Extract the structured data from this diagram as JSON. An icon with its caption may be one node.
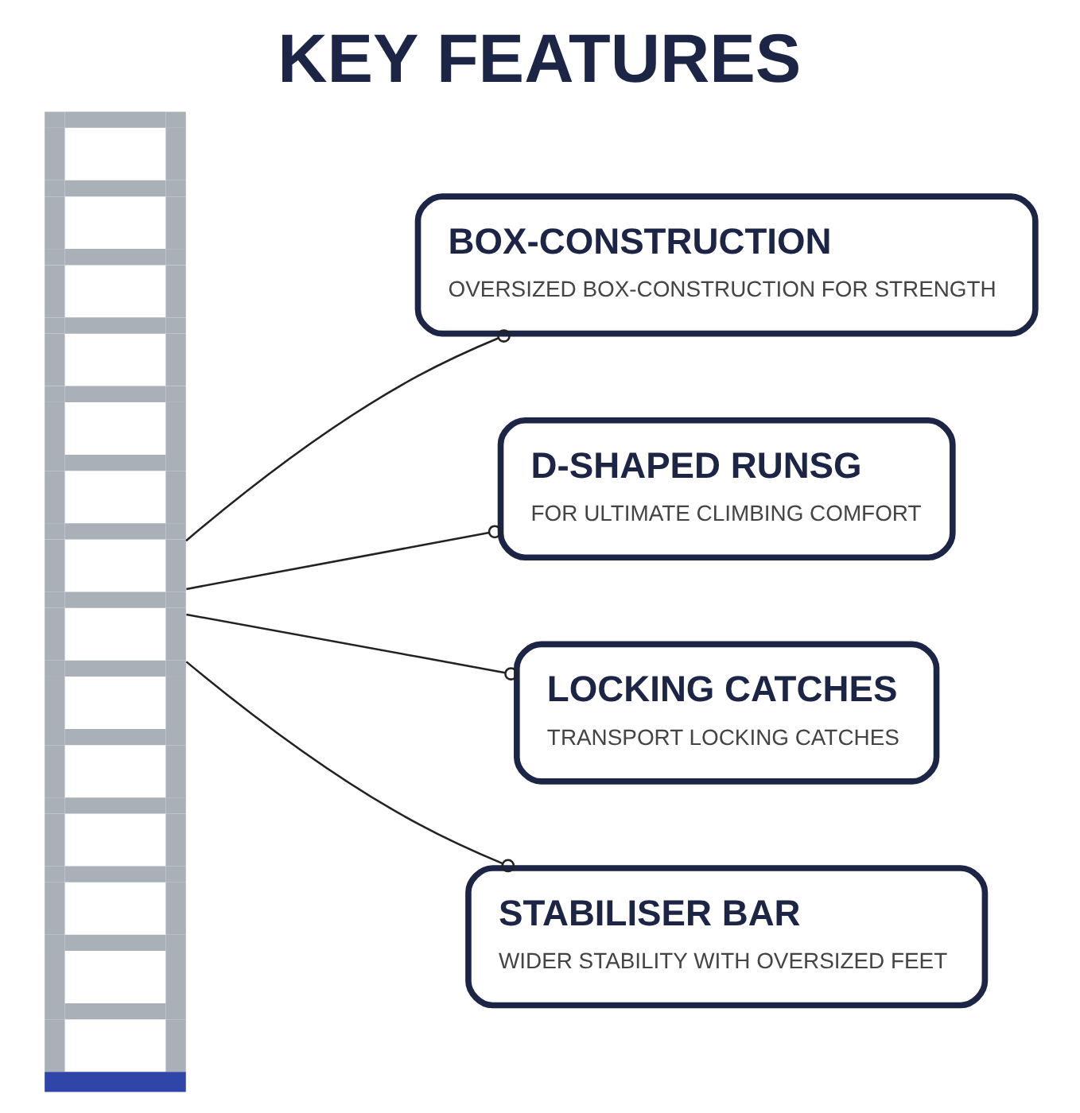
{
  "diagram": {
    "title": "KEY FEATURES",
    "nodes": [
      {
        "text": [],
        "shape": "picture"
      },
      {
        "text": [
          "BOX-CONSTRUCTION",
          "OVERSIZED BOX-CONSTRUCTION FOR STRENGTH"
        ]
      },
      {
        "text": [
          "D-SHAPED RUNSG",
          "FOR ULTIMATE CLIMBING COMFORT"
        ]
      },
      {
        "text": [
          "LOCKING CATCHES",
          "TRANSPORT LOCKING CATCHES"
        ]
      },
      {
        "text": [
          "STABILISER BAR",
          "WIDER STABILITY WITH OVERSIZED FEET"
        ]
      }
    ],
    "edges": [
      {
        "from": 0,
        "to": 1,
        "arrow": "other"
      },
      {
        "from": 0,
        "to": 2,
        "arrow": "other"
      },
      {
        "from": 0,
        "to": 3,
        "arrow": "other"
      },
      {
        "from": 0,
        "to": 4,
        "arrow": "other"
      }
    ]
  }
}
